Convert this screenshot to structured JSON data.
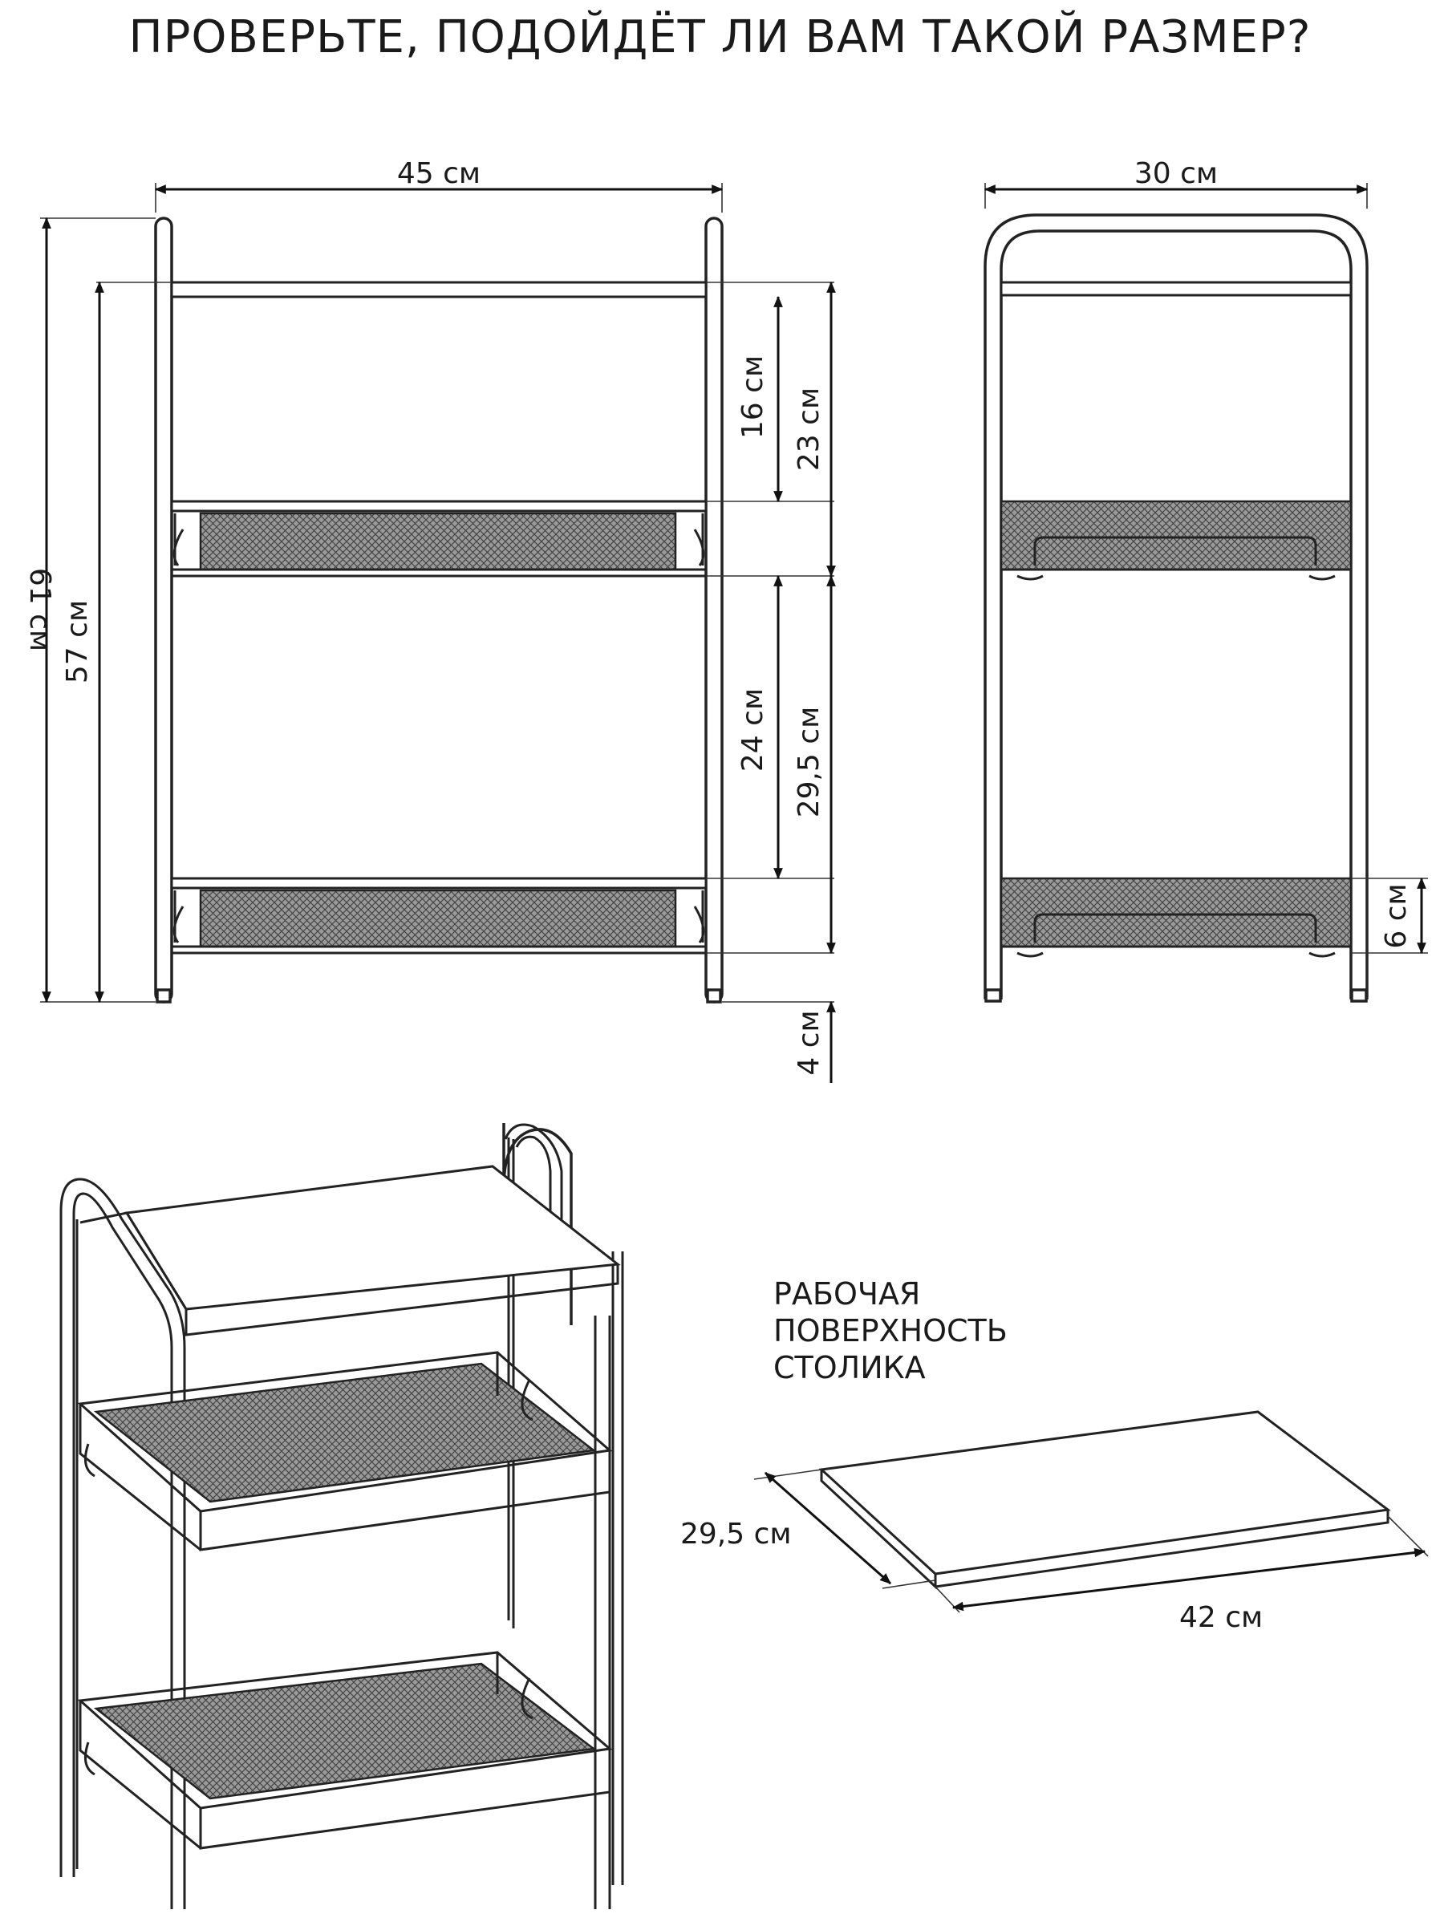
{
  "title": "ПРОВЕРЬТЕ, ПОДОЙДЁТ ЛИ ВАМ ТАКОЙ РАЗМЕР?",
  "front_view": {
    "width": "45 см",
    "height_total": "61 см",
    "height_top": "57 см",
    "top_gap_inner": "16 см",
    "top_gap_full": "23 см",
    "mid_gap_inner": "24 см",
    "mid_gap_full": "29,5 см",
    "leg": "4 см"
  },
  "side_view": {
    "depth": "30 см",
    "basket_height": "6 см"
  },
  "tabletop": {
    "caption": [
      "РАБОЧАЯ",
      "ПОВЕРХНОСТЬ",
      "СТОЛИКА"
    ],
    "depth": "29,5 см",
    "length": "42 см"
  }
}
